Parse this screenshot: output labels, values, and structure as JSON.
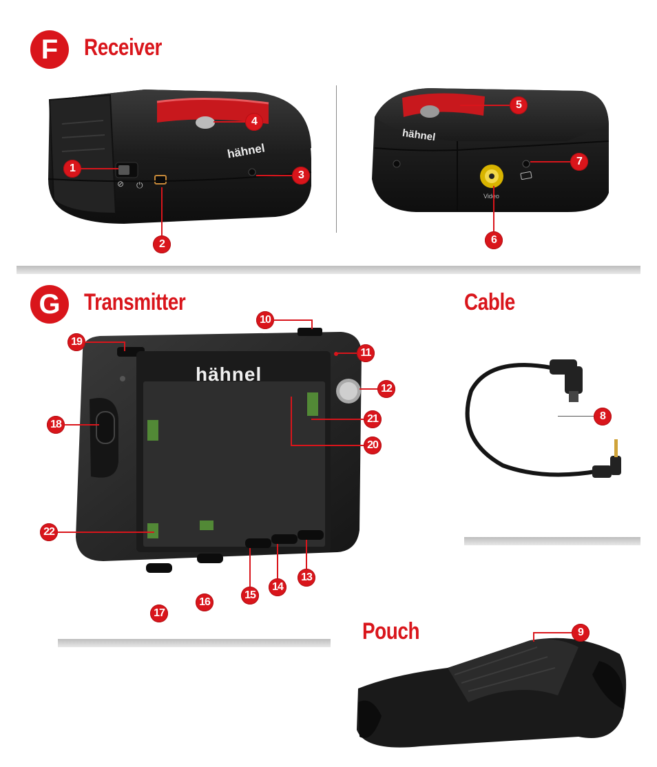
{
  "sections": {
    "receiver": {
      "letter": "F",
      "title": "Receiver"
    },
    "transmitter": {
      "letter": "G",
      "title": "Transmitter"
    },
    "cable": {
      "title": "Cable"
    },
    "pouch": {
      "title": "Pouch"
    }
  },
  "device": {
    "brand": "hähnel",
    "video_label": "Video"
  },
  "callouts": [
    "1",
    "2",
    "3",
    "4",
    "5",
    "6",
    "7",
    "8",
    "9",
    "10",
    "11",
    "12",
    "13",
    "14",
    "15",
    "16",
    "17",
    "18",
    "19",
    "20",
    "21",
    "22"
  ],
  "colors": {
    "accent_red": "#d9151b",
    "device_body": "#1e1e1e",
    "screen_icon_green": "#5fa83a"
  },
  "icons": [
    "lock-icon",
    "power-icon",
    "battery-icon"
  ]
}
